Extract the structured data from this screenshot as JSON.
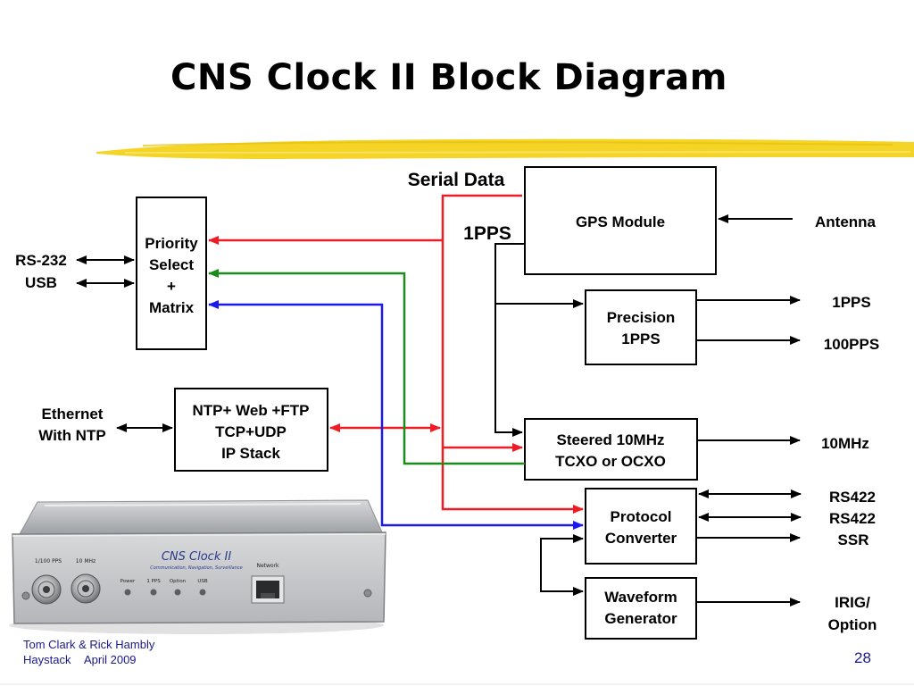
{
  "slide": {
    "title": "CNS Clock II Block Diagram",
    "footer_author": "Tom Clark & Rick Hambly",
    "footer_org": "Haystack",
    "footer_date": "April 2009",
    "page_number": "28"
  },
  "colors": {
    "red": "#ee1c25",
    "green": "#1a8c1a",
    "blue": "#1a1aee",
    "black": "#000000",
    "highlighter": "#f4d21c"
  },
  "boxes": {
    "priority": [
      "Priority",
      "Select",
      "+",
      "Matrix"
    ],
    "gps": "GPS Module",
    "precision": [
      "Precision",
      "1PPS"
    ],
    "ntp": [
      "NTP+ Web +FTP",
      "TCP+UDP",
      "IP Stack"
    ],
    "steered": [
      "Steered 10MHz",
      "TCXO or OCXO"
    ],
    "protocol": [
      "Protocol",
      "Converter"
    ],
    "waveform": [
      "Waveform",
      "Generator"
    ]
  },
  "labels": {
    "rs232": "RS-232",
    "usb": "USB",
    "ethernet": [
      "Ethernet",
      "With NTP"
    ],
    "serial_data": "Serial Data",
    "pps_bus": "1PPS",
    "antenna": "Antenna",
    "out_1pps": "1PPS",
    "out_100pps": "100PPS",
    "out_10mhz": "10MHz",
    "out_rs422_1": "RS422",
    "out_rs422_2": "RS422",
    "out_ssr": "SSR",
    "out_irig": [
      "IRIG/",
      "Option"
    ]
  },
  "device": {
    "name": "CNS Clock II",
    "subtitle": "Communication, Navigation, Surveillance",
    "port_1": "1/100 PPS",
    "port_2": "10 MHz",
    "led_power": "Power",
    "led_1pps": "1 PPS",
    "led_option": "Option",
    "led_usb": "USB",
    "network": "Network"
  }
}
